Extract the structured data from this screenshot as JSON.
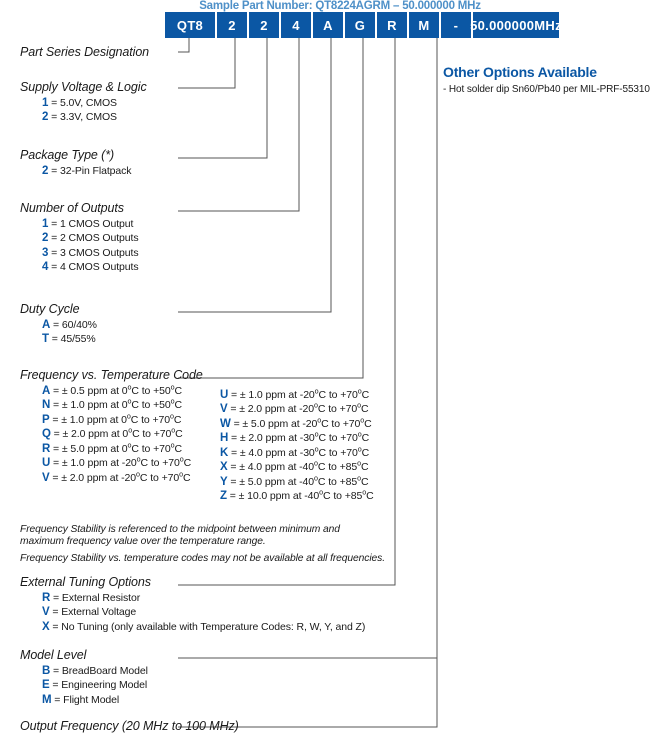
{
  "header": {
    "sample_label": "Sample Part Number: QT8224AGRM – 50.000000 MHz",
    "boxes": [
      {
        "value": "QT8",
        "width": 50
      },
      {
        "value": "2",
        "width": 30
      },
      {
        "value": "2",
        "width": 30
      },
      {
        "value": "4",
        "width": 30
      },
      {
        "value": "A",
        "width": 30
      },
      {
        "value": "G",
        "width": 30
      },
      {
        "value": "R",
        "width": 30
      },
      {
        "value": "M",
        "width": 30
      },
      {
        "value": "-",
        "width": 30
      },
      {
        "value": "50.000000MHz",
        "width": 86
      }
    ]
  },
  "groups": {
    "part_series": {
      "title": "Part Series Designation",
      "options": []
    },
    "supply": {
      "title": "Supply Voltage & Logic",
      "options": [
        {
          "code": "1",
          "text": "= 5.0V, CMOS"
        },
        {
          "code": "2",
          "text": "= 3.3V, CMOS"
        }
      ]
    },
    "package": {
      "title": "Package Type (*)",
      "options": [
        {
          "code": "2",
          "text": "= 32-Pin Flatpack"
        }
      ]
    },
    "outputs": {
      "title": "Number of Outputs",
      "options": [
        {
          "code": "1",
          "text": "= 1 CMOS Output"
        },
        {
          "code": "2",
          "text": "= 2 CMOS Outputs"
        },
        {
          "code": "3",
          "text": "= 3 CMOS Outputs"
        },
        {
          "code": "4",
          "text": "= 4 CMOS Outputs"
        }
      ]
    },
    "duty": {
      "title": "Duty Cycle",
      "options": [
        {
          "code": "A",
          "text": "= 60/40%"
        },
        {
          "code": "T",
          "text": "= 45/55%"
        }
      ]
    },
    "temperature": {
      "title": "Frequency vs. Temperature Code",
      "options_left": [
        {
          "code": "A",
          "text": "= ± 0.5 ppm at 0°C to +50°C"
        },
        {
          "code": "N",
          "text": "= ± 1.0 ppm at 0°C to +50°C"
        },
        {
          "code": "P",
          "text": "= ± 1.0 ppm at 0°C to +70°C"
        },
        {
          "code": "Q",
          "text": "= ± 2.0 ppm at 0°C to +70°C"
        },
        {
          "code": "R",
          "text": "= ± 5.0 ppm at 0°C to +70°C"
        },
        {
          "code": "U",
          "text": "= ± 1.0 ppm at -20°C to +70°C"
        },
        {
          "code": "V",
          "text": "= ± 2.0 ppm at -20°C to +70°C"
        }
      ],
      "options_right": [
        {
          "code": "U",
          "text": "= ± 1.0 ppm at -20°C to +70°C"
        },
        {
          "code": "V",
          "text": "= ± 2.0 ppm at -20°C to +70°C"
        },
        {
          "code": "W",
          "text": "= ± 5.0 ppm at -20°C to +70°C"
        },
        {
          "code": "H",
          "text": "= ± 2.0 ppm at -30°C to +70°C"
        },
        {
          "code": "K",
          "text": "= ± 4.0 ppm at -30°C to +70°C"
        },
        {
          "code": "X",
          "text": "= ± 4.0 ppm at -40°C to +85°C"
        },
        {
          "code": "Y",
          "text": "= ± 5.0 ppm at -40°C to +85°C"
        },
        {
          "code": "Z",
          "text": "= ± 10.0 ppm at -40°C to +85°C"
        }
      ],
      "notes": [
        "Frequency Stability is referenced to the midpoint between minimum and",
        "maximum frequency value over the temperature range.",
        "Frequency Stability vs. temperature codes may not be available at all frequencies."
      ]
    },
    "tuning": {
      "title": "External Tuning Options",
      "options": [
        {
          "code": "R",
          "text": "= External Resistor"
        },
        {
          "code": "V",
          "text": "= External Voltage"
        },
        {
          "code": "X",
          "text": "= No Tuning (only available with Temperature Codes: R, W, Y, and Z)"
        }
      ]
    },
    "model": {
      "title": "Model Level",
      "options": [
        {
          "code": "B",
          "text": "= BreadBoard Model"
        },
        {
          "code": "E",
          "text": "= Engineering Model"
        },
        {
          "code": "M",
          "text": "= Flight Model"
        }
      ]
    },
    "frequency": {
      "title": "Output Frequency (20 MHz to 100 MHz)",
      "options": []
    }
  },
  "other_options": {
    "title": "Other Options Available",
    "items": [
      "- Hot solder dip Sn60/Pb40 per MIL-PRF-55310"
    ]
  },
  "colors": {
    "brand_blue": "#0B57A4",
    "title_blue": "#4e90c8",
    "leader_line": "#555555"
  }
}
